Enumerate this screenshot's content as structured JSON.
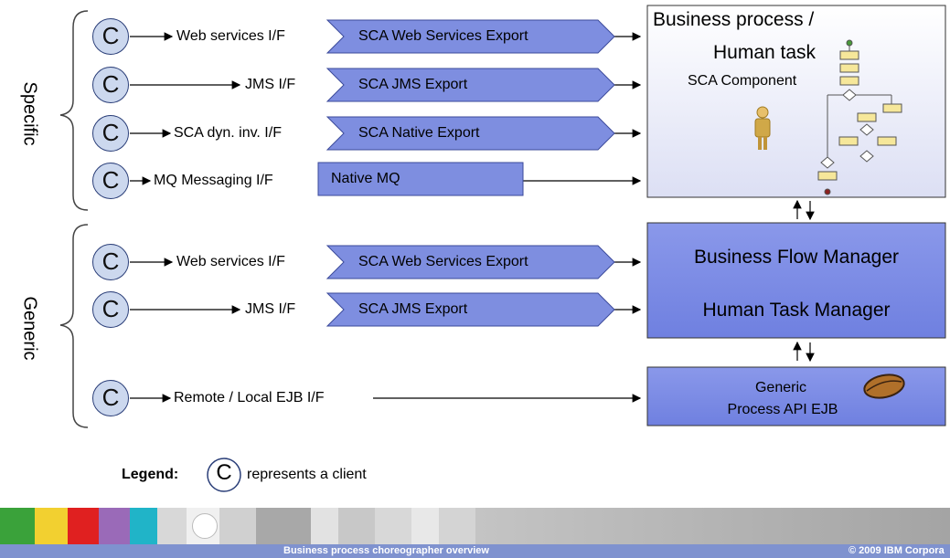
{
  "groups": {
    "specific": "Specific",
    "generic": "Generic"
  },
  "client_symbol": "C",
  "rows": [
    {
      "interface": "Web services I/F",
      "export": "SCA Web Services Export"
    },
    {
      "interface": "JMS I/F",
      "export": "SCA JMS Export"
    },
    {
      "interface": "SCA dyn. inv. I/F",
      "export": "SCA Native Export"
    },
    {
      "interface": "MQ Messaging I/F",
      "export": "Native MQ"
    },
    {
      "interface": "Web services I/F",
      "export": "SCA Web Services Export"
    },
    {
      "interface": "JMS I/F",
      "export": "SCA JMS Export"
    },
    {
      "interface": "Remote / Local EJB I/F",
      "export": ""
    }
  ],
  "boxes": {
    "business_process": {
      "line1": "Business process /",
      "line2": "Human task",
      "line3": "SCA Component"
    },
    "flow_manager": {
      "line1": "Business Flow Manager",
      "line2": "Human Task Manager"
    },
    "process_api": {
      "line1": "Generic",
      "line2": "Process API EJB"
    }
  },
  "legend": {
    "label": "Legend:",
    "text": "represents a client"
  },
  "footer": {
    "title": "Business process choreographer overview",
    "copyright": "© 2009 IBM Corpora"
  },
  "colors": {
    "client_fill": "#ccd8ee",
    "export_fill": "#7e8ee0",
    "box_light": "#e8eaf8",
    "box_mid": "#7e8ee6",
    "footer_bar": "#7f92cf"
  }
}
